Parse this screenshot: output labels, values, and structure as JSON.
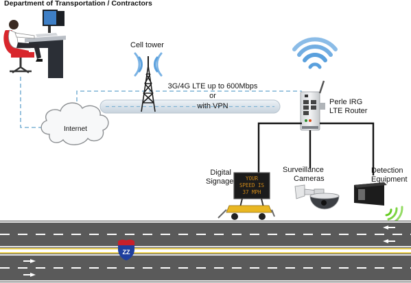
{
  "labels": {
    "header": "Department of Transportation / Contractors",
    "cell_tower": "Cell tower",
    "link_line1": "3G/4G LTE up to 600Mbps",
    "link_line2": "or",
    "link_line3": "with VPN",
    "internet": "Internet",
    "router_line1": "Perle IRG",
    "router_line2": "LTE Router",
    "signage_line1": "Digital",
    "signage_line2": "Signage",
    "cameras_line1": "Surveillance",
    "cameras_line2": "Cameras",
    "detection_line1": "Detection",
    "detection_line2": "Equipment",
    "sign_line1": "YOUR",
    "sign_line2": "SPEED IS",
    "sign_line3": "37 MPH",
    "shield": "ZZ"
  },
  "colors": {
    "link_dash": "#7fb3d5",
    "road": "#5a5a5a",
    "road_lane": "#ffffff",
    "road_center": "#e8c418",
    "shield_blue": "#1f3f9e",
    "shield_red": "#c8202a",
    "sign_text": "#d08a1a",
    "wifi": "#5aa0dd",
    "wifi_green": "#66cc22",
    "chair_red": "#d8262c"
  }
}
